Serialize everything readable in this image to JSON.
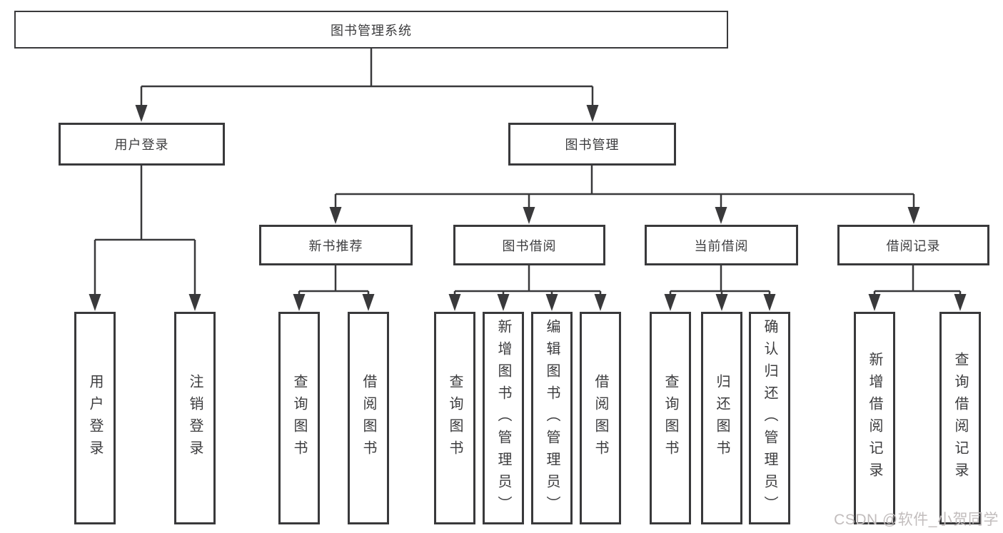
{
  "diagram_title": "图书管理系统",
  "colors": {
    "line": "#39393b",
    "text": "#3c3c3e",
    "background": "#ffffff",
    "watermark": "#c2bdbd"
  },
  "tree": {
    "label": "图书管理系统",
    "children": [
      {
        "label": "用户登录",
        "children": [
          {
            "label": "用户登录"
          },
          {
            "label": "注销登录"
          }
        ]
      },
      {
        "label": "图书管理",
        "children": [
          {
            "label": "新书推荐",
            "children": [
              {
                "label": "查询图书"
              },
              {
                "label": "借阅图书"
              }
            ]
          },
          {
            "label": "图书借阅",
            "children": [
              {
                "label": "查询图书"
              },
              {
                "label": "新增图书（管理员）"
              },
              {
                "label": "编辑图书（管理员）"
              },
              {
                "label": "借阅图书"
              }
            ]
          },
          {
            "label": "当前借阅",
            "children": [
              {
                "label": "查询图书"
              },
              {
                "label": "归还图书"
              },
              {
                "label": "确认归还（管理员）"
              }
            ]
          },
          {
            "label": "借阅记录",
            "children": [
              {
                "label": "新增借阅记录"
              },
              {
                "label": "查询借阅记录"
              }
            ]
          }
        ]
      }
    ]
  },
  "watermark": {
    "text": "CSDN @软件_小贺同学"
  }
}
